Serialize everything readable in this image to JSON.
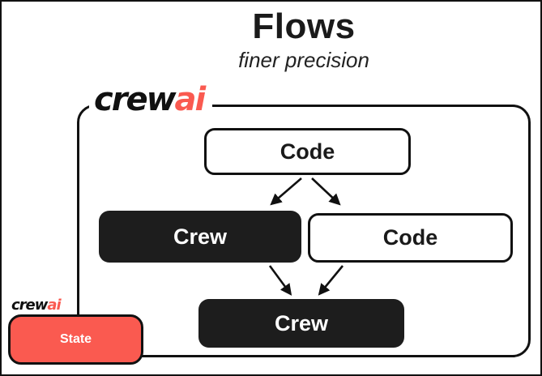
{
  "title": "Flows",
  "subtitle": "finer precision",
  "logo": {
    "crew": "crew",
    "ai": "ai"
  },
  "nodes": {
    "code_top": "Code",
    "crew_left": "Crew",
    "code_right": "Code",
    "crew_bottom": "Crew"
  },
  "edges": [
    {
      "from": "code_top",
      "to": "crew_left"
    },
    {
      "from": "code_top",
      "to": "code_right"
    },
    {
      "from": "crew_left",
      "to": "crew_bottom"
    },
    {
      "from": "code_right",
      "to": "crew_bottom"
    }
  ],
  "state": {
    "label": "State"
  },
  "colors": {
    "brand_red": "#FA5A50",
    "node_fill": "#1d1d1d",
    "line": "#111111"
  }
}
